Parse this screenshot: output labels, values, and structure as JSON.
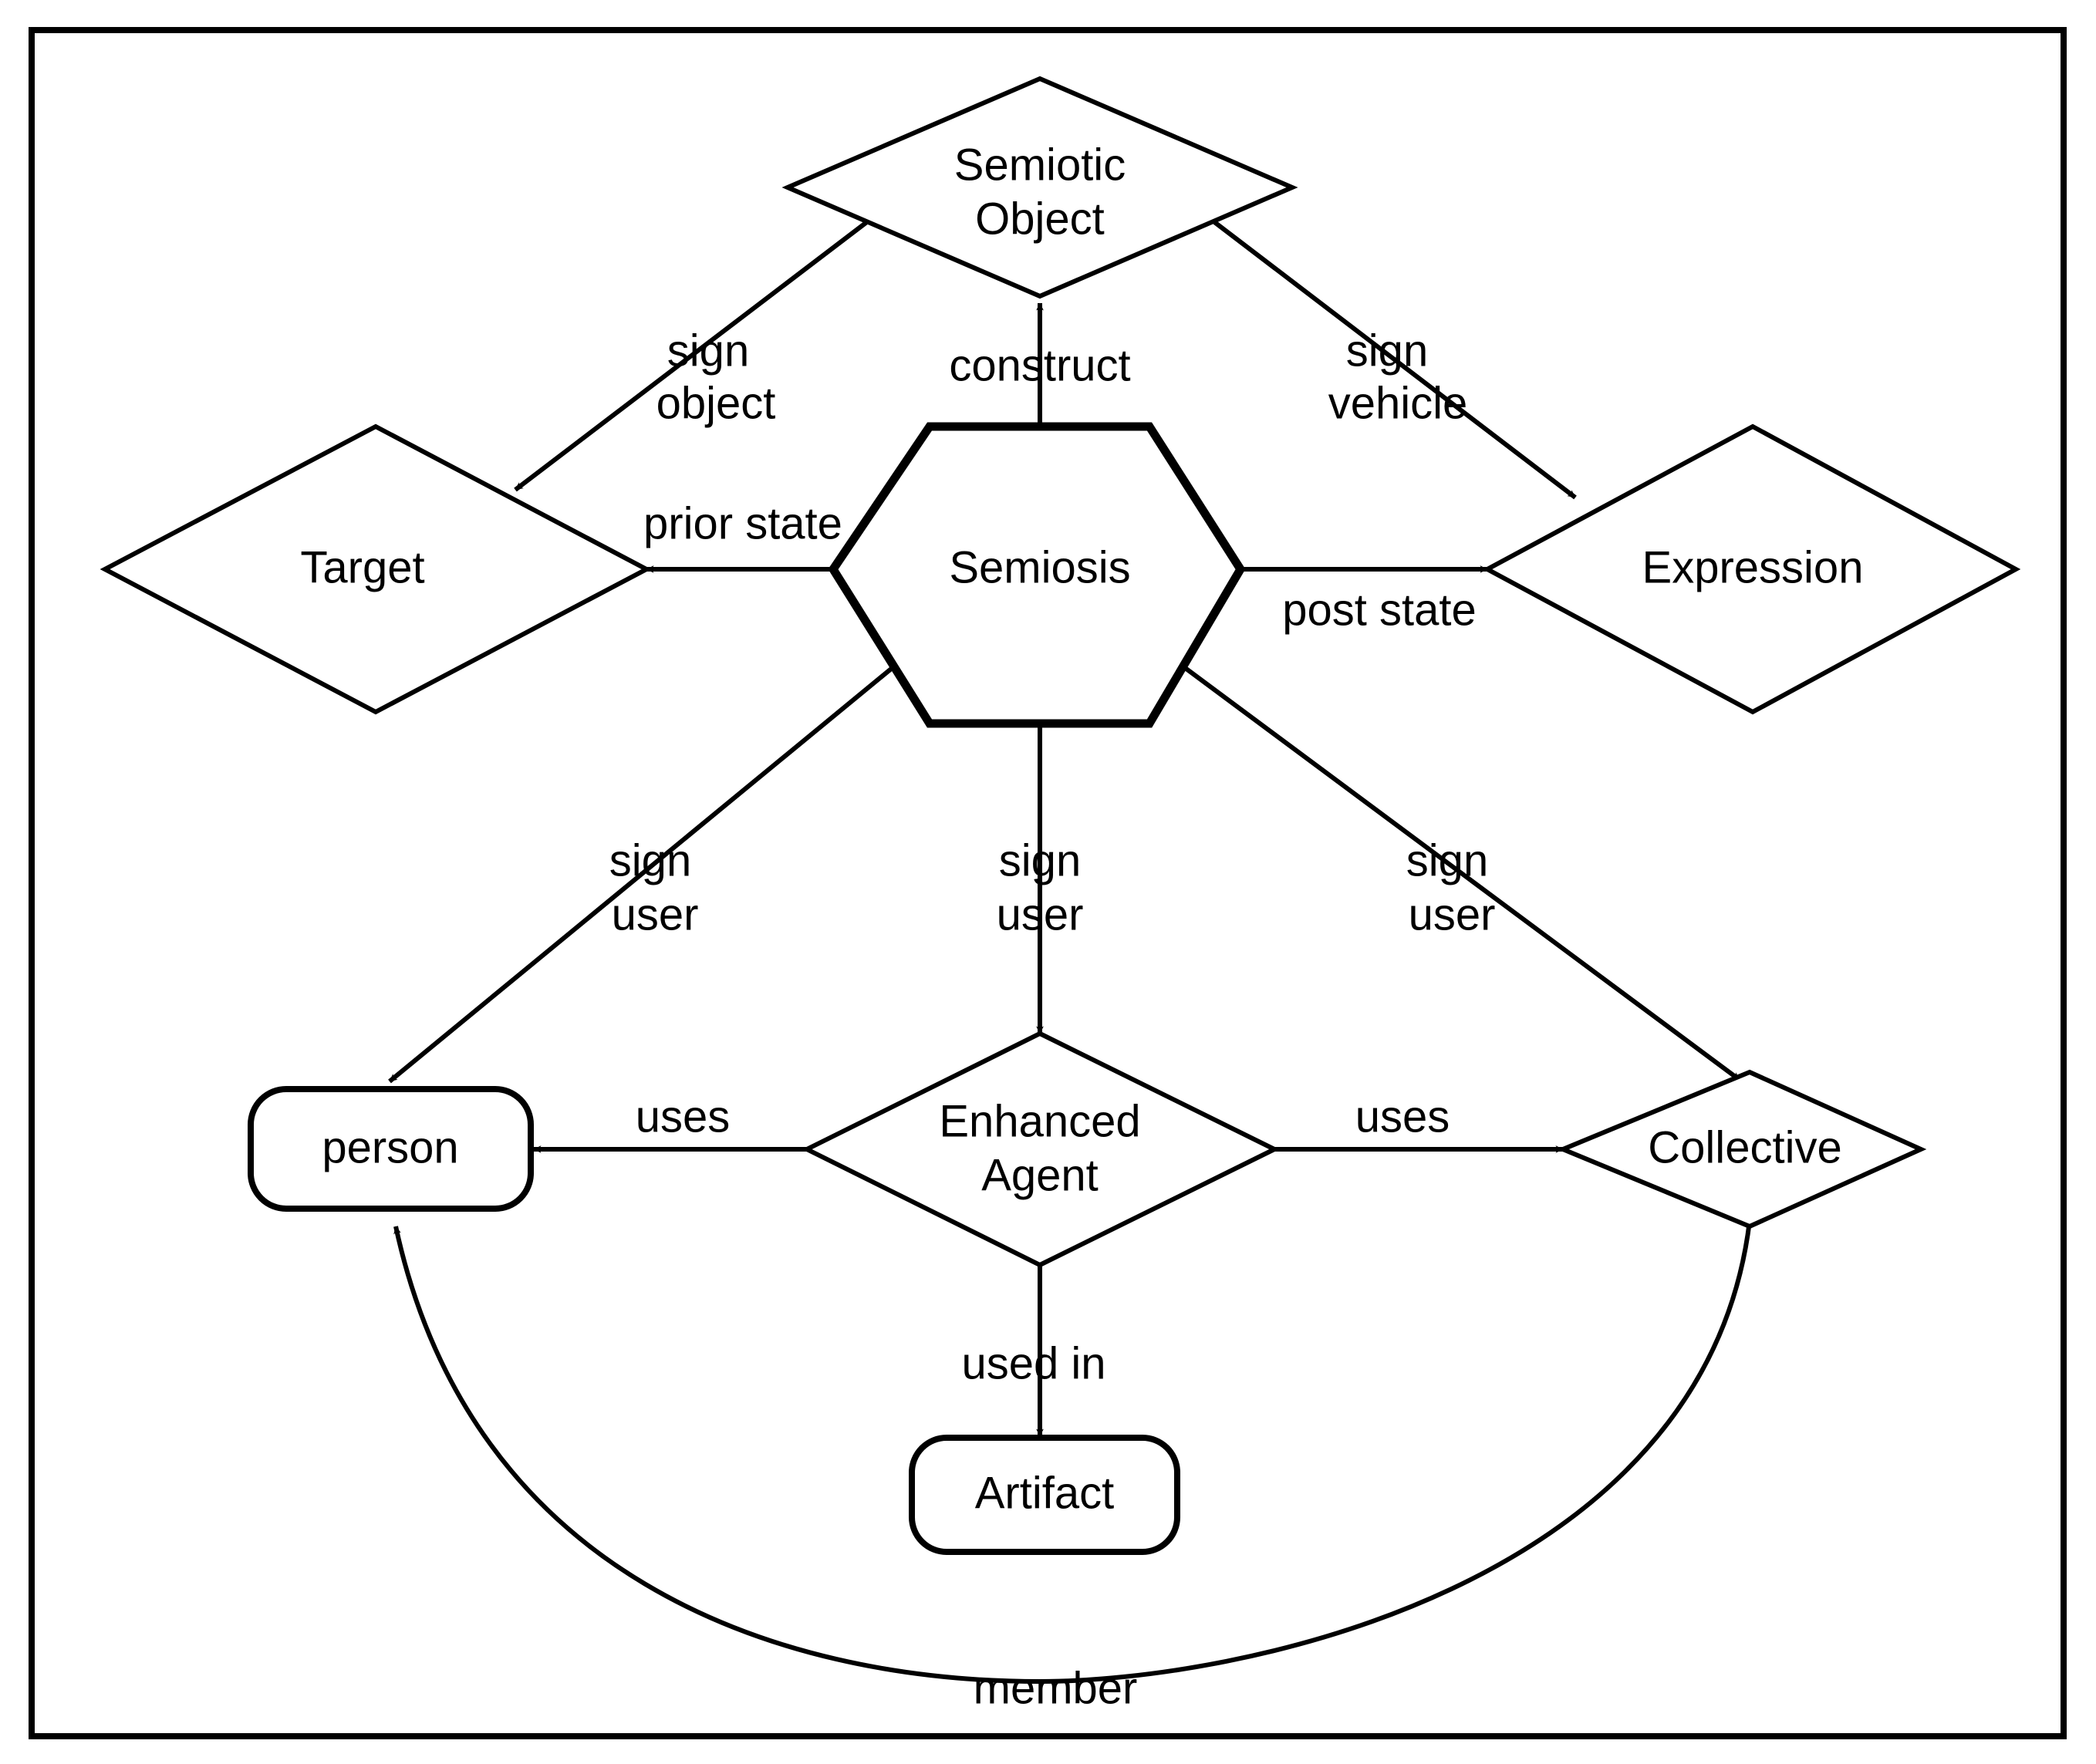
{
  "diagram": {
    "title": "Semiosis entity relationship diagram",
    "background_color": "#ffffff",
    "stroke_color": "#000000",
    "frame": {
      "present": true,
      "color": "#000000"
    },
    "nodes": [
      {
        "id": "semiotic-object",
        "label_line1": "Semiotic",
        "label_line2": "Object",
        "shape": "diamond"
      },
      {
        "id": "semiosis",
        "label_line1": "Semiosis",
        "label_line2": "",
        "shape": "hexagon"
      },
      {
        "id": "target",
        "label_line1": "Target",
        "label_line2": "",
        "shape": "diamond"
      },
      {
        "id": "expression",
        "label_line1": "Expression",
        "label_line2": "",
        "shape": "diamond"
      },
      {
        "id": "person",
        "label_line1": "person",
        "label_line2": "",
        "shape": "rounded-rect"
      },
      {
        "id": "enhanced-agent",
        "label_line1": "Enhanced",
        "label_line2": "Agent",
        "shape": "diamond"
      },
      {
        "id": "collective",
        "label_line1": "Collective",
        "label_line2": "",
        "shape": "diamond"
      },
      {
        "id": "artifact",
        "label_line1": "Artifact",
        "label_line2": "",
        "shape": "rounded-rect"
      }
    ],
    "edges": [
      {
        "id": "sign-object",
        "from": "semiotic-object",
        "to": "target",
        "label_line1": "sign",
        "label_line2": "object"
      },
      {
        "id": "construct",
        "from": "semiosis",
        "to": "semiotic-object",
        "label_line1": "construct",
        "label_line2": ""
      },
      {
        "id": "sign-vehicle",
        "from": "semiotic-object",
        "to": "expression",
        "label_line1": "sign",
        "label_line2": "vehicle"
      },
      {
        "id": "prior-state",
        "from": "semiosis",
        "to": "target",
        "label_line1": "prior state",
        "label_line2": ""
      },
      {
        "id": "post-state",
        "from": "semiosis",
        "to": "expression",
        "label_line1": "post state",
        "label_line2": ""
      },
      {
        "id": "sign-user-person",
        "from": "semiosis",
        "to": "person",
        "label_line1": "sign",
        "label_line2": "user"
      },
      {
        "id": "sign-user-agent",
        "from": "semiosis",
        "to": "enhanced-agent",
        "label_line1": "sign",
        "label_line2": "user"
      },
      {
        "id": "sign-user-collective",
        "from": "semiosis",
        "to": "collective",
        "label_line1": "sign",
        "label_line2": "user"
      },
      {
        "id": "uses-person",
        "from": "enhanced-agent",
        "to": "person",
        "label_line1": "uses",
        "label_line2": ""
      },
      {
        "id": "uses-collective",
        "from": "enhanced-agent",
        "to": "collective",
        "label_line1": "uses",
        "label_line2": ""
      },
      {
        "id": "used-in",
        "from": "enhanced-agent",
        "to": "artifact",
        "label_line1": "used in",
        "label_line2": ""
      },
      {
        "id": "member",
        "from": "collective",
        "to": "person",
        "label_line1": "member",
        "label_line2": ""
      }
    ]
  }
}
